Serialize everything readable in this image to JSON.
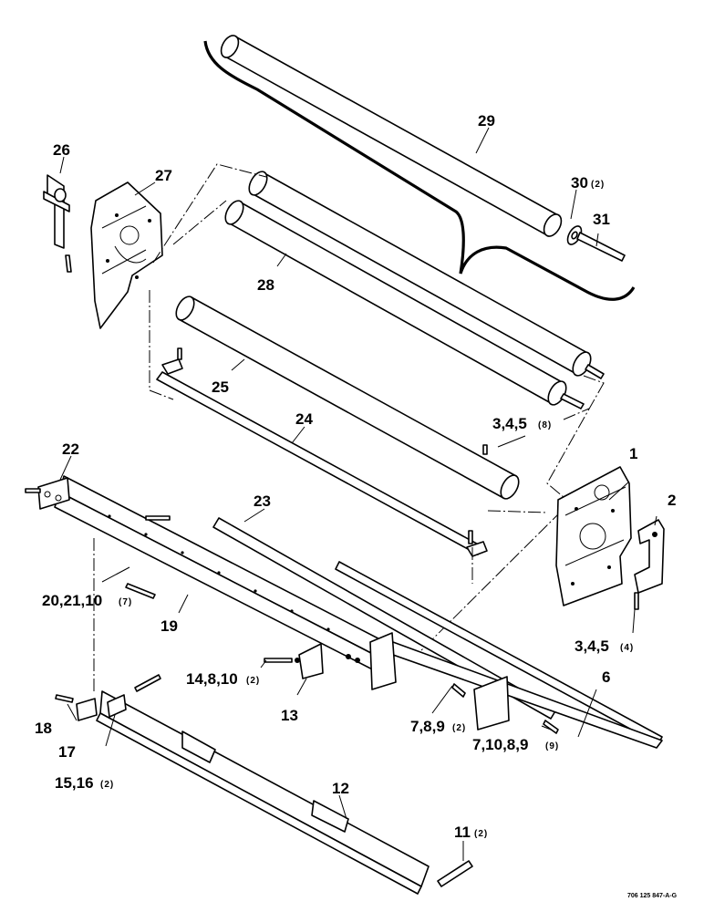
{
  "callouts": {
    "c1": "1",
    "c2": "2",
    "c345_top": "3,4,5",
    "c345_top_qty": "(8)",
    "c345_bottom": "3,4,5",
    "c345_bottom_qty": "(4)",
    "c6": "6",
    "c789": "7,8,9",
    "c789_qty": "(2)",
    "c71089": "7,10,8,9",
    "c71089_qty": "(9)",
    "c11": "11",
    "c11_qty": "(2)",
    "c12": "12",
    "c13": "13",
    "c14810": "14,8,10",
    "c14810_qty": "(2)",
    "c1516": "15,16",
    "c1516_qty": "(2)",
    "c17": "17",
    "c18": "18",
    "c19": "19",
    "c202110": "20,21,10",
    "c202110_qty": "(7)",
    "c22": "22",
    "c23": "23",
    "c24": "24",
    "c25": "25",
    "c26": "26",
    "c27": "27",
    "c28": "28",
    "c29": "29",
    "c30": "30",
    "c30_qty": "(2)",
    "c31": "31"
  },
  "reference_code": "706 125 847-A-G",
  "colors": {
    "ink": "#000000",
    "paper": "#ffffff"
  }
}
